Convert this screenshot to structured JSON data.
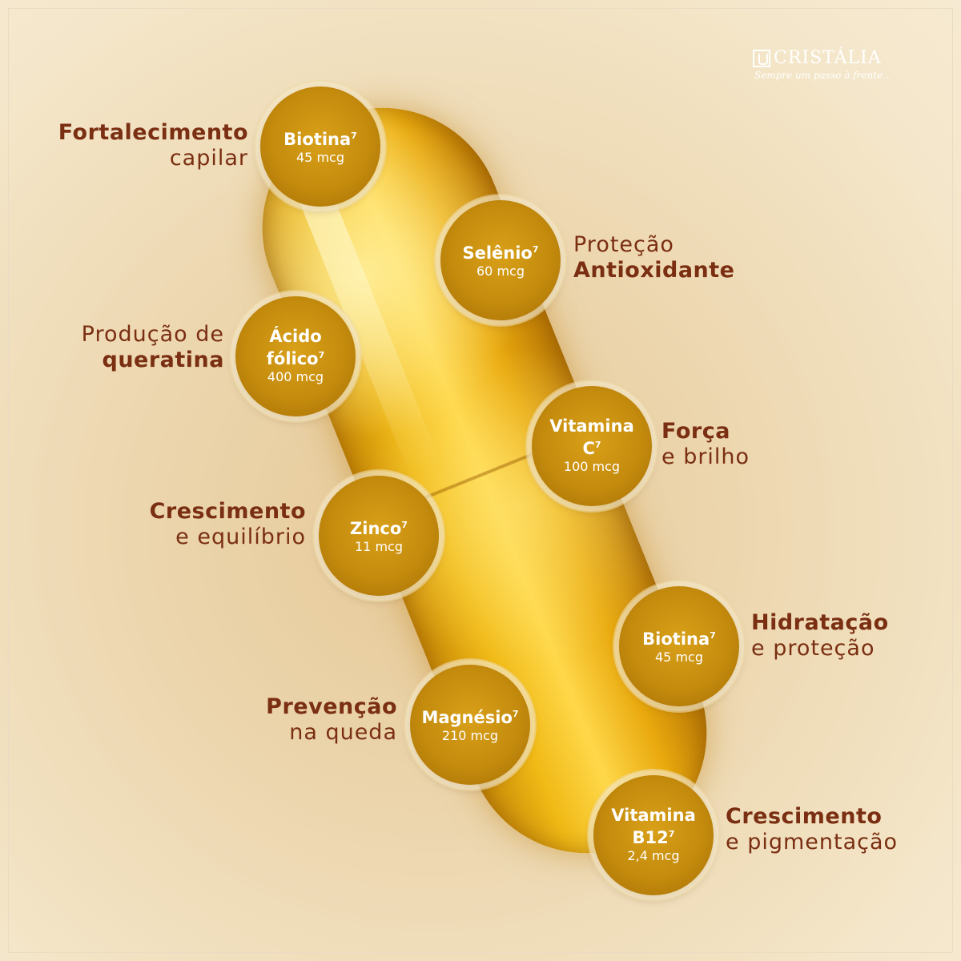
{
  "brand": {
    "name": "CRISTÁLIA",
    "tagline": "Sempre um passo à frente..."
  },
  "nutrients": [
    {
      "name": "Biotina",
      "sup": "7",
      "dose": "45 mcg",
      "benefit_bold": "Fortalecimento",
      "benefit_text": "capilar"
    },
    {
      "name": "Selênio",
      "sup": "7",
      "dose": "60 mcg",
      "benefit_text": "Proteção",
      "benefit_bold": "Antioxidante"
    },
    {
      "name_line1": "Ácido",
      "name_line2": "fólico",
      "sup": "7",
      "dose": "400 mcg",
      "benefit_text": "Produção de",
      "benefit_bold": "queratina"
    },
    {
      "name_line1": "Vitamina",
      "name_line2": "C",
      "sup": "7",
      "dose": "100 mcg",
      "benefit_bold": "Força",
      "benefit_text": "e brilho"
    },
    {
      "name": "Zinco",
      "sup": "7",
      "dose": "11 mcg",
      "benefit_bold": "Crescimento",
      "benefit_text": "e equilíbrio"
    },
    {
      "name": "Biotina",
      "sup": "7",
      "dose": "45 mcg",
      "benefit_bold": "Hidratação",
      "benefit_text": "e proteção"
    },
    {
      "name": "Magnésio",
      "sup": "7",
      "dose": "210 mcg",
      "benefit_bold": "Prevenção",
      "benefit_text": "na queda"
    },
    {
      "name_line1": "Vitamina",
      "name_line2": "B12",
      "sup": "7",
      "dose": "2,4 mcg",
      "benefit_bold": "Crescimento",
      "benefit_text": "e pigmentação"
    }
  ],
  "colors": {
    "label_text": "#7a2e12",
    "badge_gold": "#c48b0d",
    "capsule_gold": "#f0b915"
  }
}
